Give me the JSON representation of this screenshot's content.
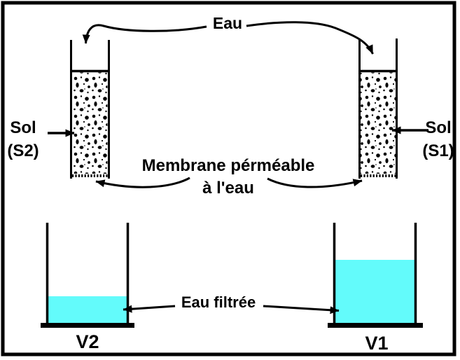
{
  "colors": {
    "water": "#63FBFB",
    "ink": "#000000",
    "background": "#FFFFFF"
  },
  "diagram": {
    "water_source_label": "Eau",
    "membrane_label": {
      "line1": "Membrane pérméable",
      "line2": "à l'eau"
    },
    "filtered_water_label": "Eau filtrée",
    "tubes": {
      "left": {
        "content_label_line1": "Sol",
        "content_label_line2": "(S2)"
      },
      "right": {
        "content_label_line1": "Sol",
        "content_label_line2": "(S1)"
      }
    },
    "beakers": {
      "left": {
        "volume_label": "V2"
      },
      "right": {
        "volume_label": "V1"
      }
    }
  }
}
